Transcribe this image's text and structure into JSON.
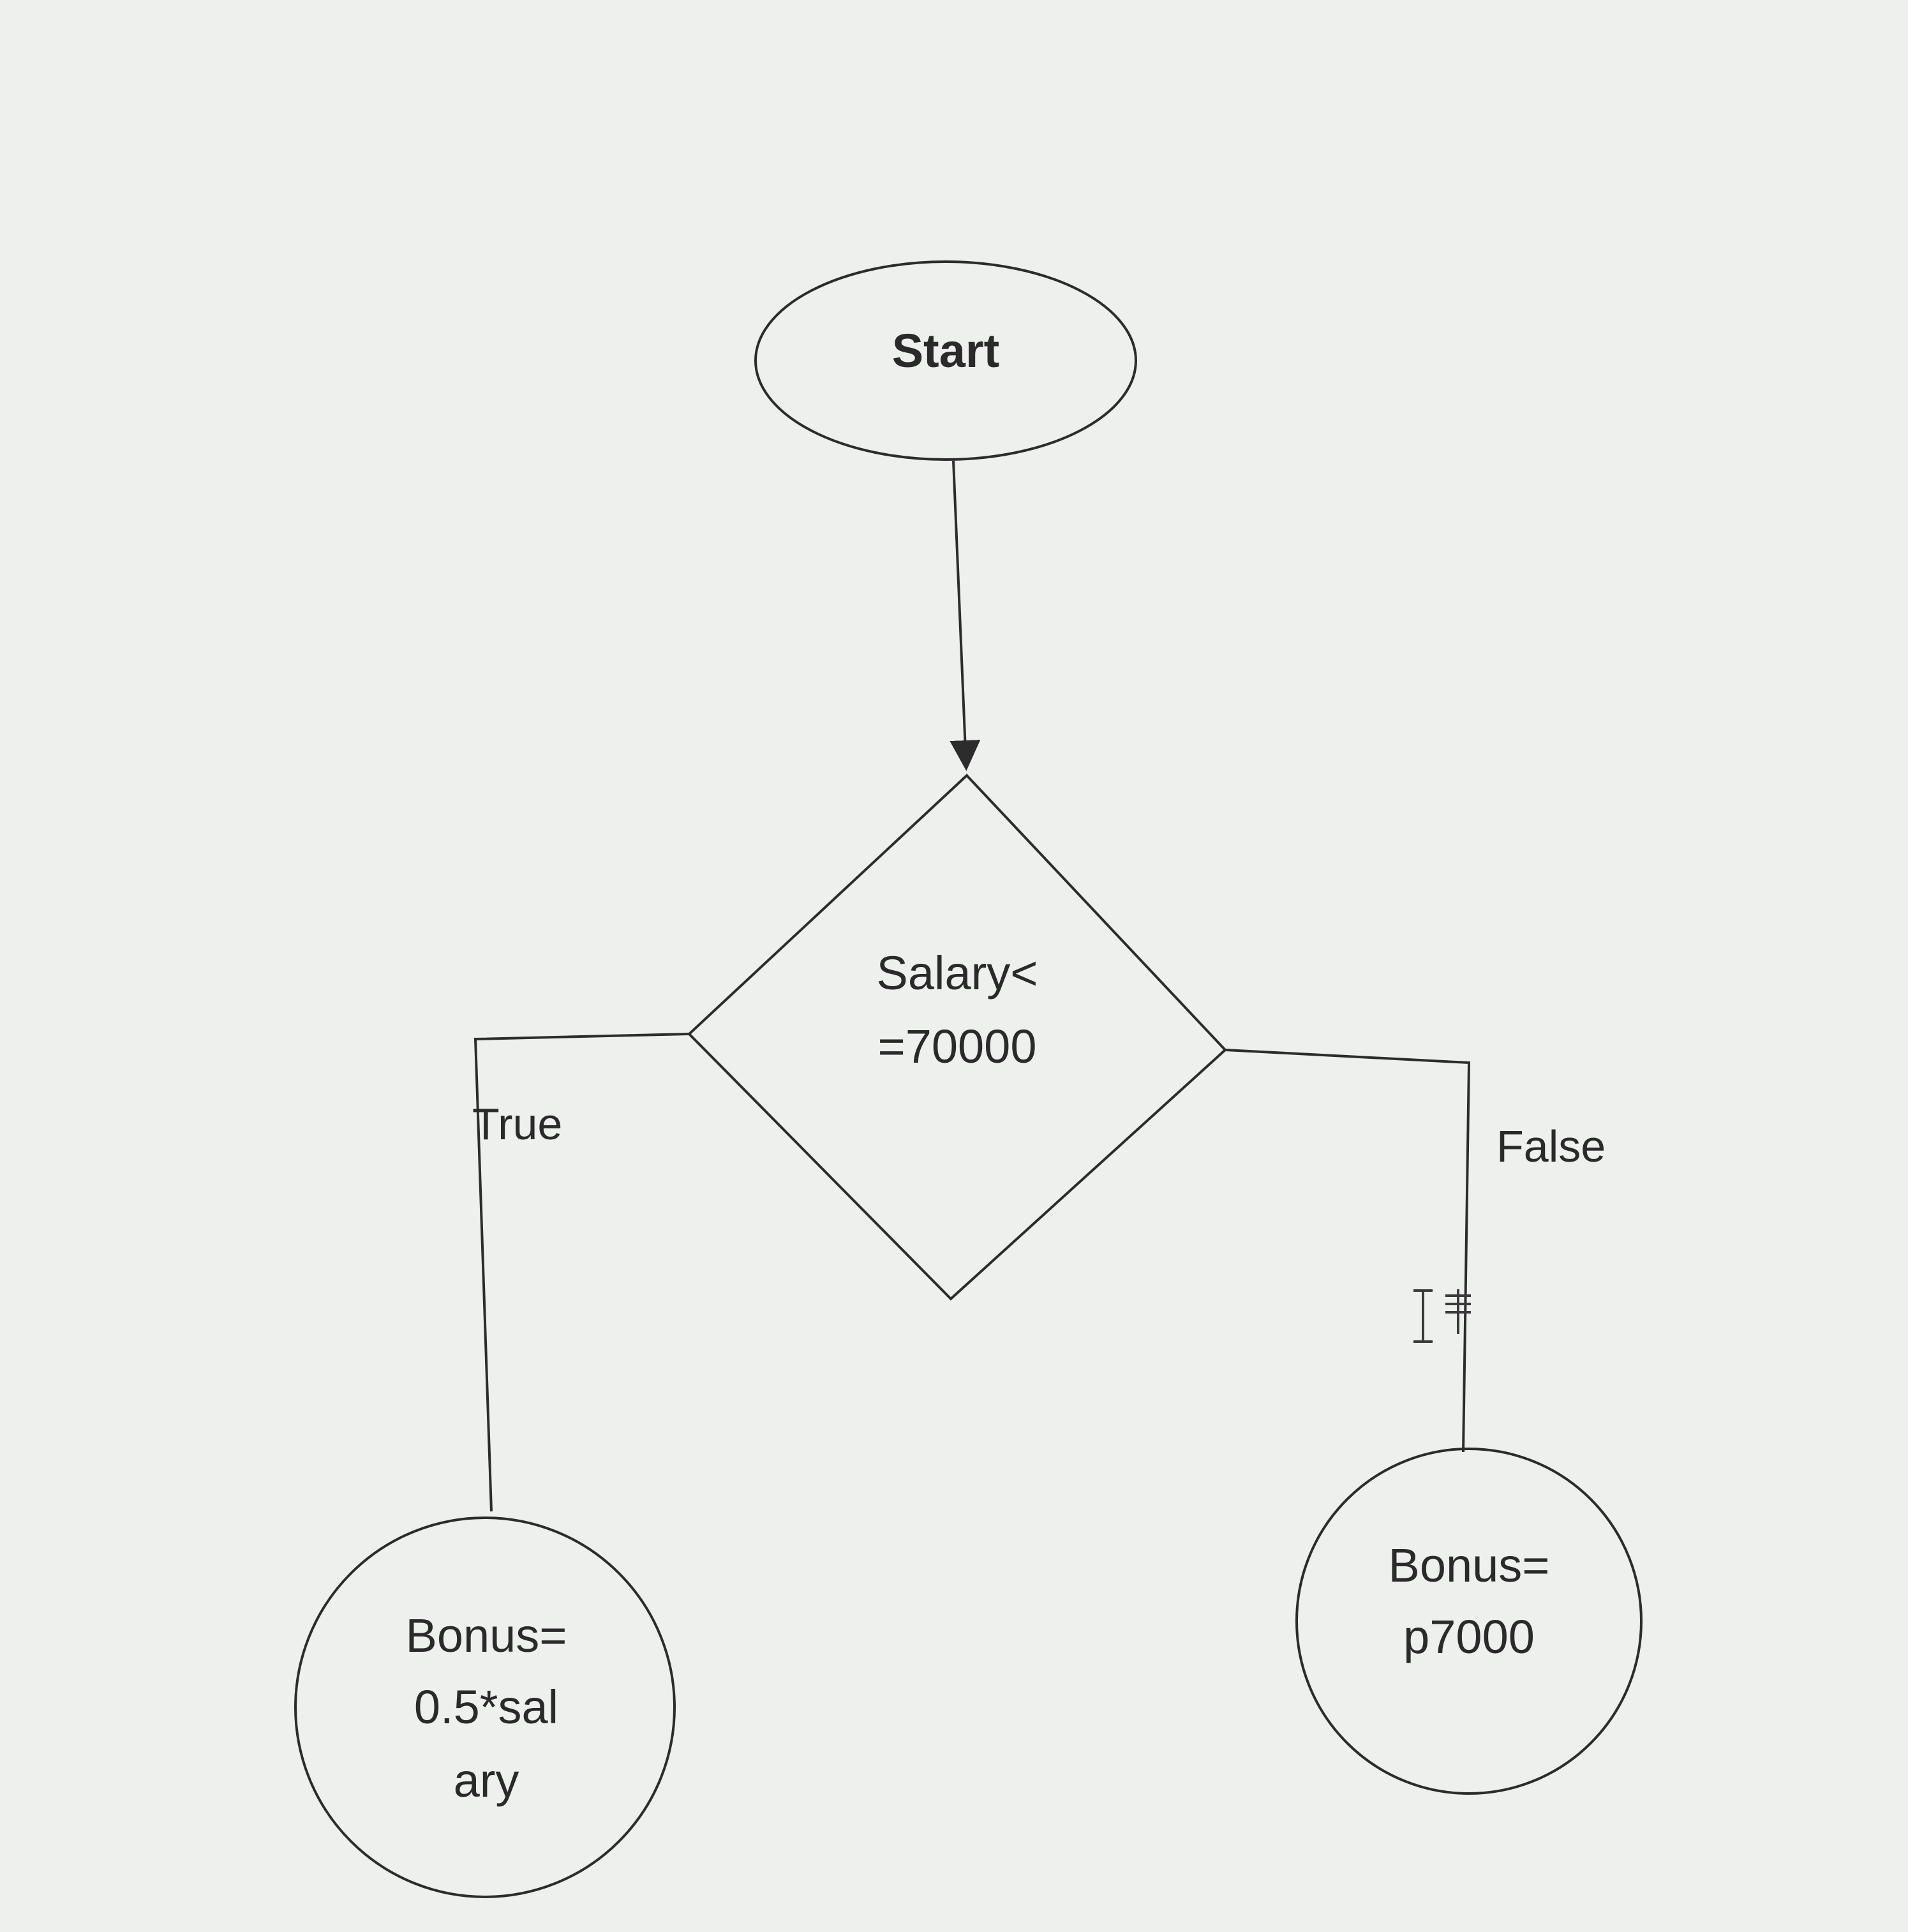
{
  "diagram": {
    "nodes": {
      "start": {
        "shape": "ellipse",
        "lines": [
          "Start"
        ]
      },
      "decision": {
        "shape": "diamond",
        "lines": [
          "Salary<",
          "=70000"
        ]
      },
      "true_result": {
        "shape": "circle",
        "lines": [
          "Bonus=",
          "0.5*sal",
          "ary"
        ]
      },
      "false_result": {
        "shape": "circle",
        "lines": [
          "Bonus=",
          "p7000"
        ]
      }
    },
    "edges": {
      "start_to_decision": {
        "from": "start",
        "to": "decision",
        "arrow": true,
        "label": ""
      },
      "true_branch": {
        "from": "decision",
        "to": "true_result",
        "arrow": false,
        "label": "True"
      },
      "false_branch": {
        "from": "decision",
        "to": "false_result",
        "arrow": false,
        "label": "False"
      }
    }
  },
  "colors": {
    "background": "#eef0ee",
    "stroke": "#2c2c2c",
    "text": "#2a2a2a"
  },
  "icons": {
    "cursor": "text-cursor-icon"
  }
}
